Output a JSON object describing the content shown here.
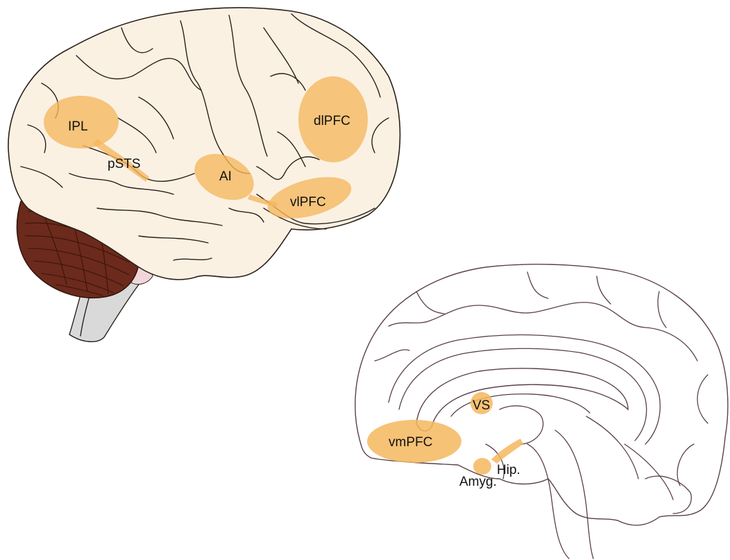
{
  "colors": {
    "region_highlight": "#f5b75e",
    "cortex_fill": "#fbf1e3",
    "cerebellum_fill": "#6b2a1c",
    "brainstem_fill": "#d9d9d9",
    "outline": "#2a2018",
    "medial_outline": "#5a4046"
  },
  "lateral_view": {
    "regions": [
      {
        "id": "ipl",
        "label": "IPL"
      },
      {
        "id": "psts",
        "label": "pSTS"
      },
      {
        "id": "ai",
        "label": "AI"
      },
      {
        "id": "dlpfc",
        "label": "dlPFC"
      },
      {
        "id": "vlpfc",
        "label": "vlPFC"
      }
    ]
  },
  "medial_view": {
    "regions": [
      {
        "id": "vs",
        "label": "VS"
      },
      {
        "id": "vmpfc",
        "label": "vmPFC"
      },
      {
        "id": "amyg",
        "label": "Amyg."
      },
      {
        "id": "hip",
        "label": "Hip."
      }
    ]
  }
}
